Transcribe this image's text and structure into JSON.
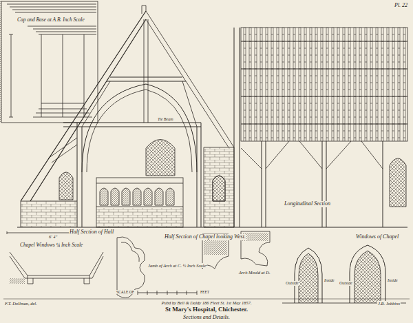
{
  "diagram": {
    "title": "St Mary's Hospital, Chichester.",
    "caption": "Sections and Details.",
    "labels": [
      "Pl. 22",
      "Cap and Base at A.B. Inch Scale",
      "Tie Beam",
      "Half Section of Hall",
      "Half Section of Chapel looking West.",
      "Longitudinal Section",
      "Chapel Windows ¼ Inch Scale",
      "Jamb of Arch at C. ½ Inch Scale",
      "Arch Mould at D.",
      "Windows of Chapel",
      "Outside",
      "Inside",
      "Outside",
      "Inside",
      "F.T. Dollman, del.",
      "Pubd by Bell & Daldy 186 Fleet St. 1st May 1857.",
      "J.R. Jobbins",
      "SCALE OF",
      "FEET",
      "6' 4\""
    ]
  }
}
